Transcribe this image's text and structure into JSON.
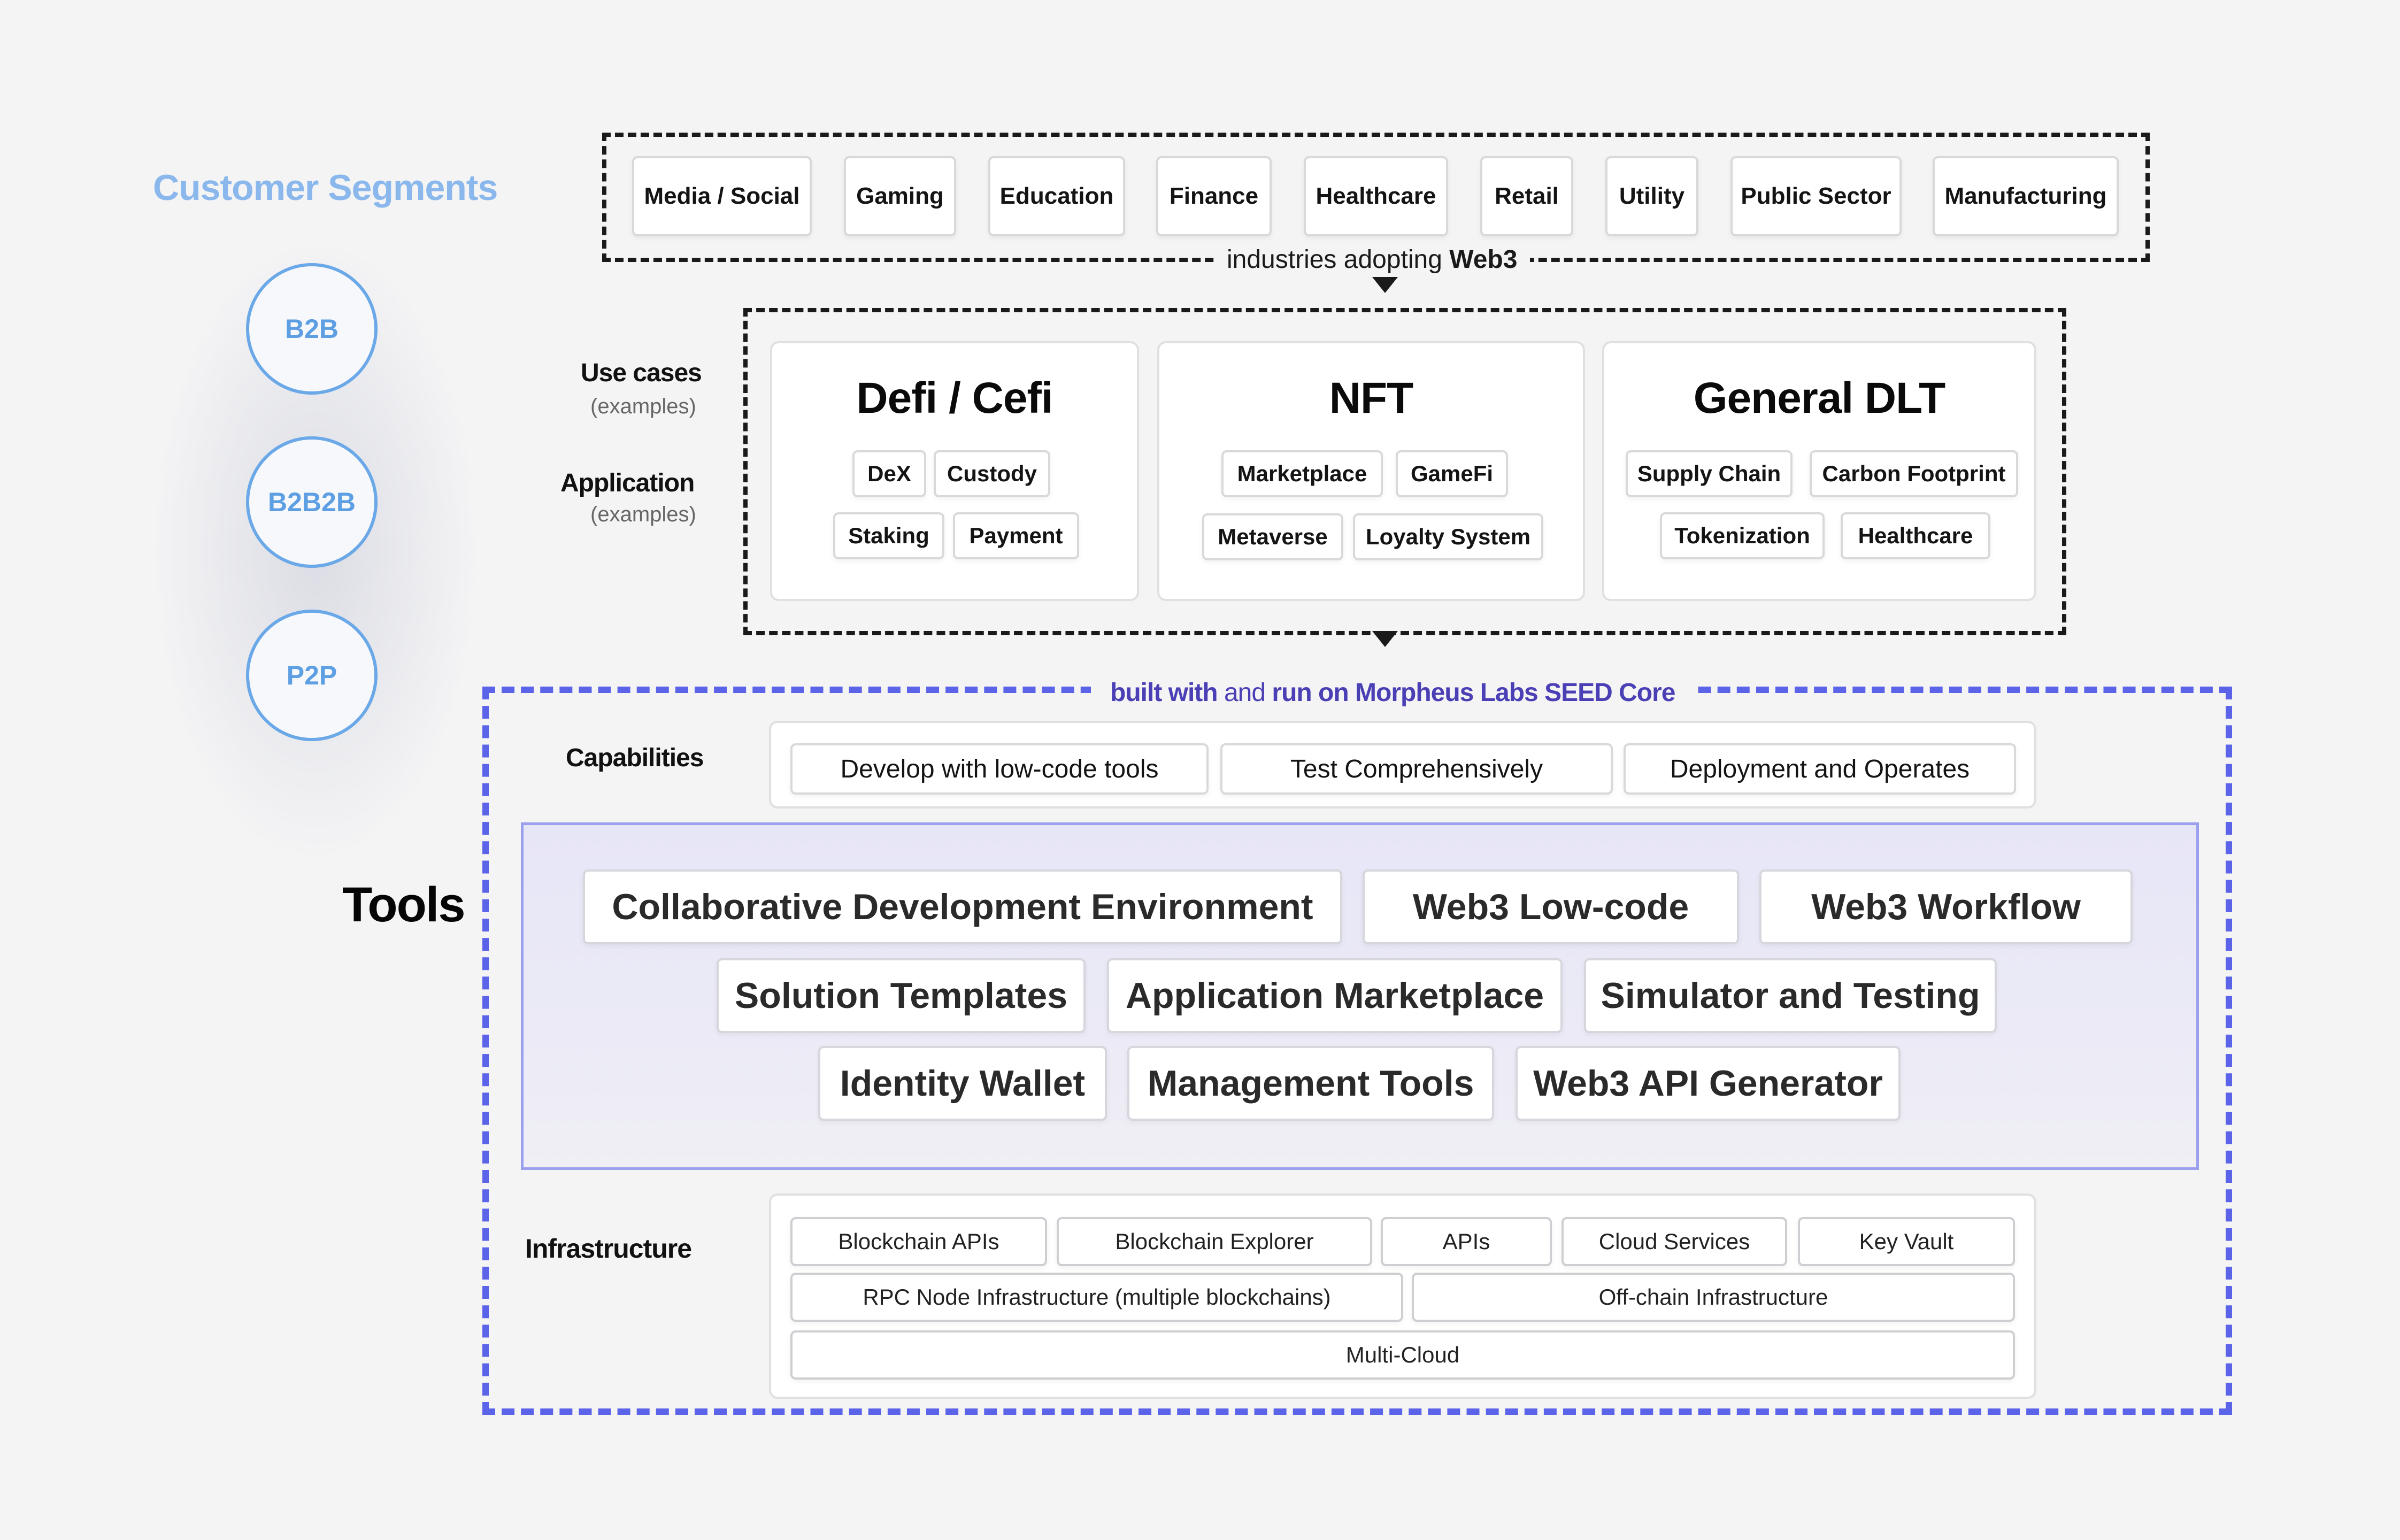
{
  "customer_segments": {
    "title": "Customer Segments",
    "items": [
      "B2B",
      "B2B2B",
      "P2P"
    ]
  },
  "industries": {
    "items": [
      "Media / Social",
      "Gaming",
      "Education",
      "Finance",
      "Healthcare",
      "Retail",
      "Utility",
      "Public Sector",
      "Manufacturing"
    ],
    "caption_prefix": "industries adopting",
    "caption_strong": "Web3"
  },
  "labels": {
    "use_cases": "Use cases",
    "use_cases_sub": "(examples)",
    "application": "Application",
    "application_sub": "(examples)",
    "capabilities": "Capabilities",
    "tools": "Tools",
    "infrastructure": "Infrastructure"
  },
  "use_cases": [
    {
      "title": "Defi / Cefi",
      "apps": [
        "DeX",
        "Custody",
        "Staking",
        "Payment"
      ]
    },
    {
      "title": "NFT",
      "apps": [
        "Marketplace",
        "GameFi",
        "Metaverse",
        "Loyalty System"
      ]
    },
    {
      "title": "General DLT",
      "apps": [
        "Supply Chain",
        "Carbon Footprint",
        "Tokenization",
        "Healthcare"
      ]
    }
  ],
  "seed_core": {
    "part1": "built with",
    "part2": "and",
    "part3": "run on Morpheus Labs SEED Core"
  },
  "capabilities": [
    "Develop with low-code tools",
    "Test Comprehensively",
    "Deployment and Operates"
  ],
  "tools": [
    "Collaborative Development Environment",
    "Web3 Low-code",
    "Web3 Workflow",
    "Solution Templates",
    "Application Marketplace",
    "Simulator and Testing",
    "Identity Wallet",
    "Management Tools",
    "Web3 API Generator"
  ],
  "infrastructure": {
    "row1": [
      "Blockchain APIs",
      "Blockchain Explorer",
      "APIs",
      "Cloud Services",
      "Key Vault"
    ],
    "row2": [
      "RPC Node Infrastructure (multiple blockchains)",
      "Off-chain Infrastructure"
    ],
    "row3": [
      "Multi-Cloud"
    ]
  },
  "colors": {
    "accent_blue": "#5b63e8",
    "segment_blue": "#5d9fe2",
    "seed_text": "#4a3fb5",
    "tools_panel": "#e9e8f7"
  }
}
